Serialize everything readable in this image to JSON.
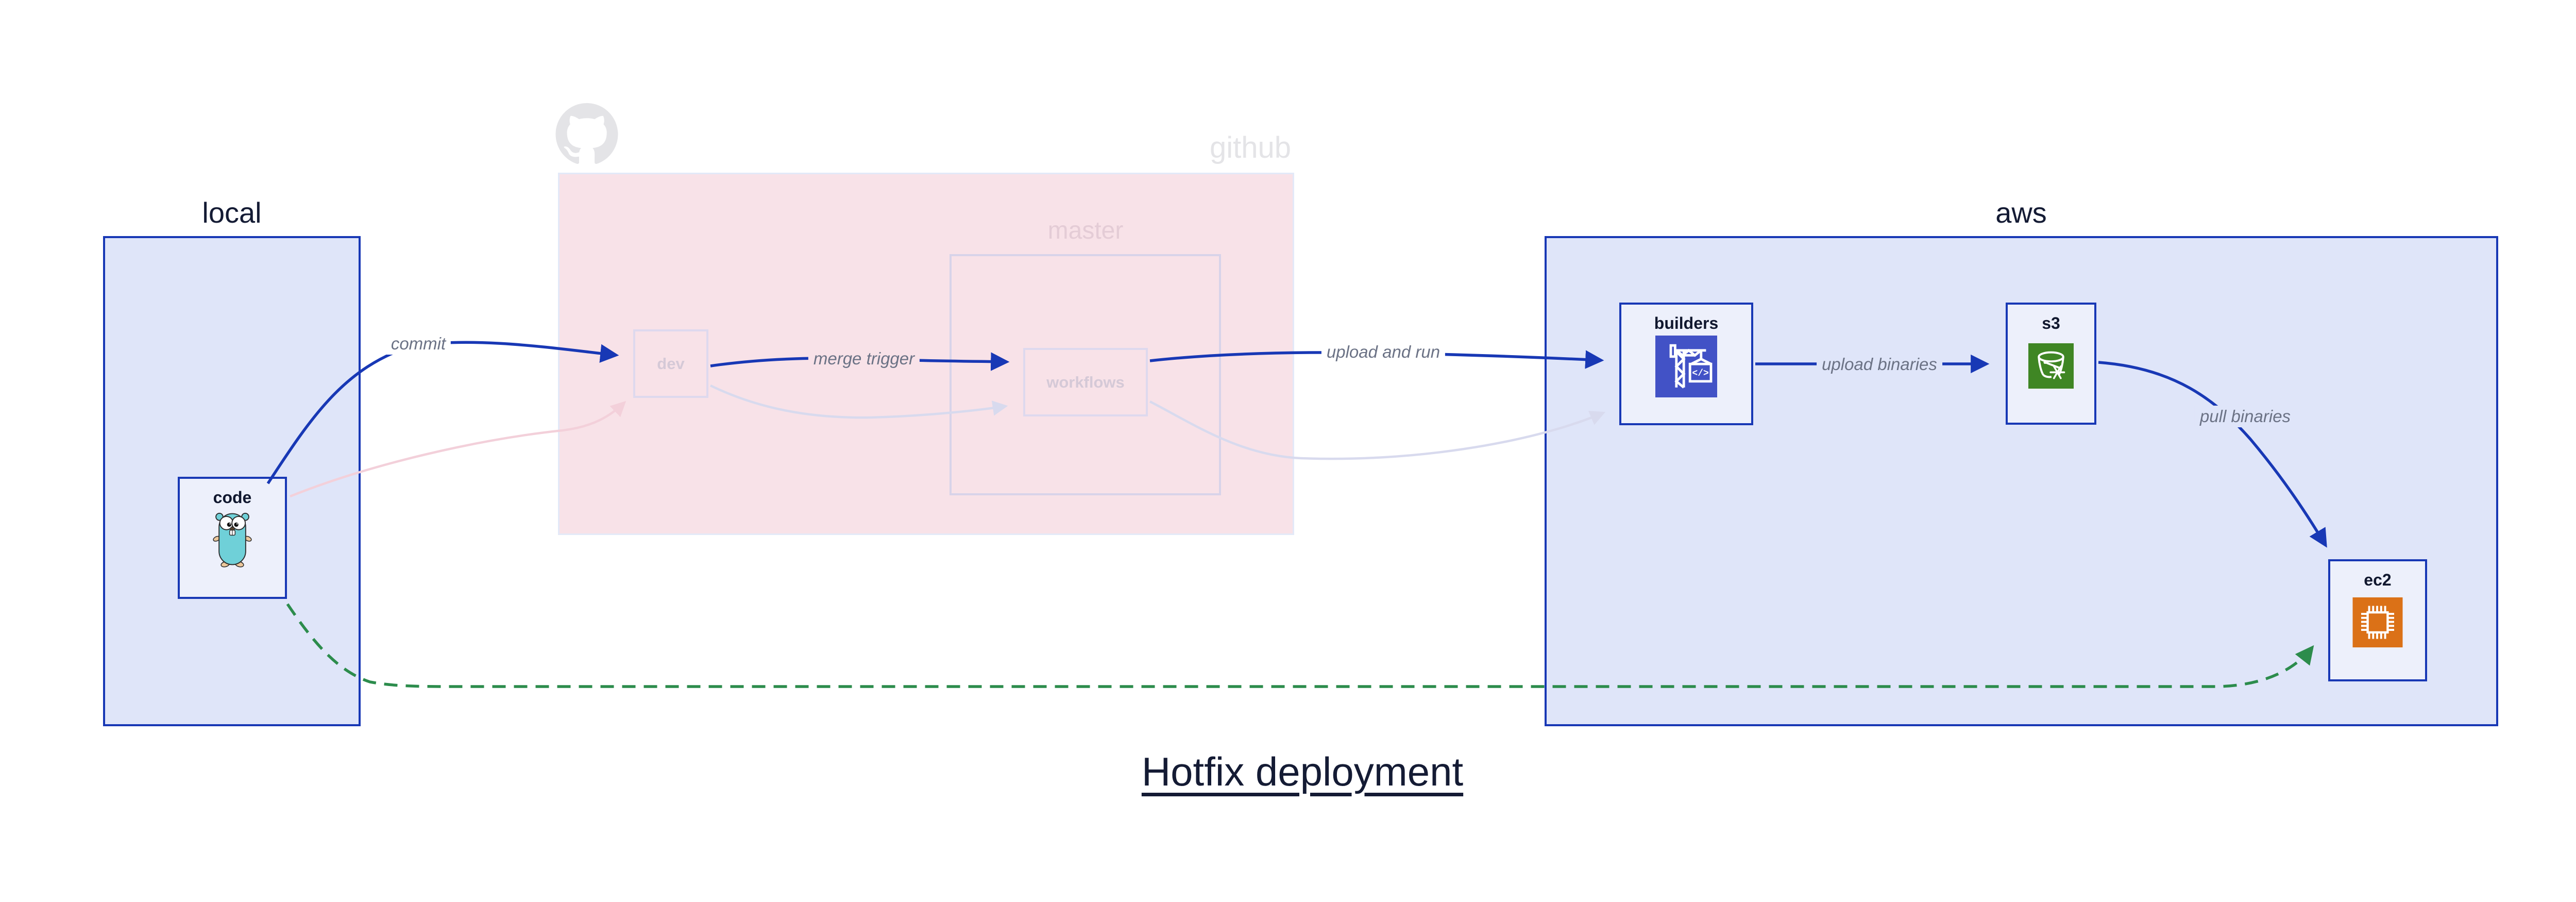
{
  "title": "Hotfix deployment",
  "regions": {
    "local": {
      "label": "local"
    },
    "github": {
      "label": "github",
      "master": {
        "label": "master"
      }
    },
    "aws": {
      "label": "aws"
    }
  },
  "nodes": {
    "code": {
      "label": "code",
      "icon": "go-gopher-icon"
    },
    "dev": {
      "label": "dev"
    },
    "workflows": {
      "label": "workflows"
    },
    "builders": {
      "label": "builders",
      "icon": "codebuild-crane-icon",
      "icon_glyph": "</>"
    },
    "s3": {
      "label": "s3",
      "icon": "s3-bucket-snowflake-icon"
    },
    "ec2": {
      "label": "ec2",
      "icon": "ec2-chip-icon"
    }
  },
  "edges": {
    "commit": {
      "label": "commit",
      "style": "solid-blue"
    },
    "merge_trigger": {
      "label": "merge trigger",
      "style": "solid-blue"
    },
    "upload_and_run": {
      "label": "upload and run",
      "style": "solid-blue"
    },
    "upload_binaries": {
      "label": "upload binaries",
      "style": "solid-blue"
    },
    "pull_binaries": {
      "label": "pull binaries",
      "style": "solid-blue"
    },
    "hotfix_direct": {
      "label": "",
      "style": "dashed-green"
    },
    "faded_code_to_dev": {
      "label": "",
      "style": "faint-pink"
    },
    "faded_dev_to_workflows": {
      "label": "",
      "style": "faint-lavender"
    },
    "faded_workflows_to_builders": {
      "label": "",
      "style": "faint-lavender"
    }
  },
  "colors": {
    "region_fill_blue": "#dfe5f9",
    "region_border_blue": "#1838b5",
    "github_fill_pink": "#f8e2e8",
    "master_border": "#d8d3e9",
    "arrow_blue": "#1838b5",
    "arrow_green": "#2c8c4c",
    "arrow_faint_pink": "#f3d0da",
    "arrow_faint_lavender": "#d8daee",
    "codebuild_tile": "#4252c6",
    "s3_tile": "#3f8624",
    "ec2_tile": "#db7117",
    "gopher_body": "#6fd0d8",
    "edge_label_text": "#6b7285",
    "faded_text": "#d5c9d7",
    "github_gray": "#e4e4e7",
    "title_text": "#141b34"
  }
}
